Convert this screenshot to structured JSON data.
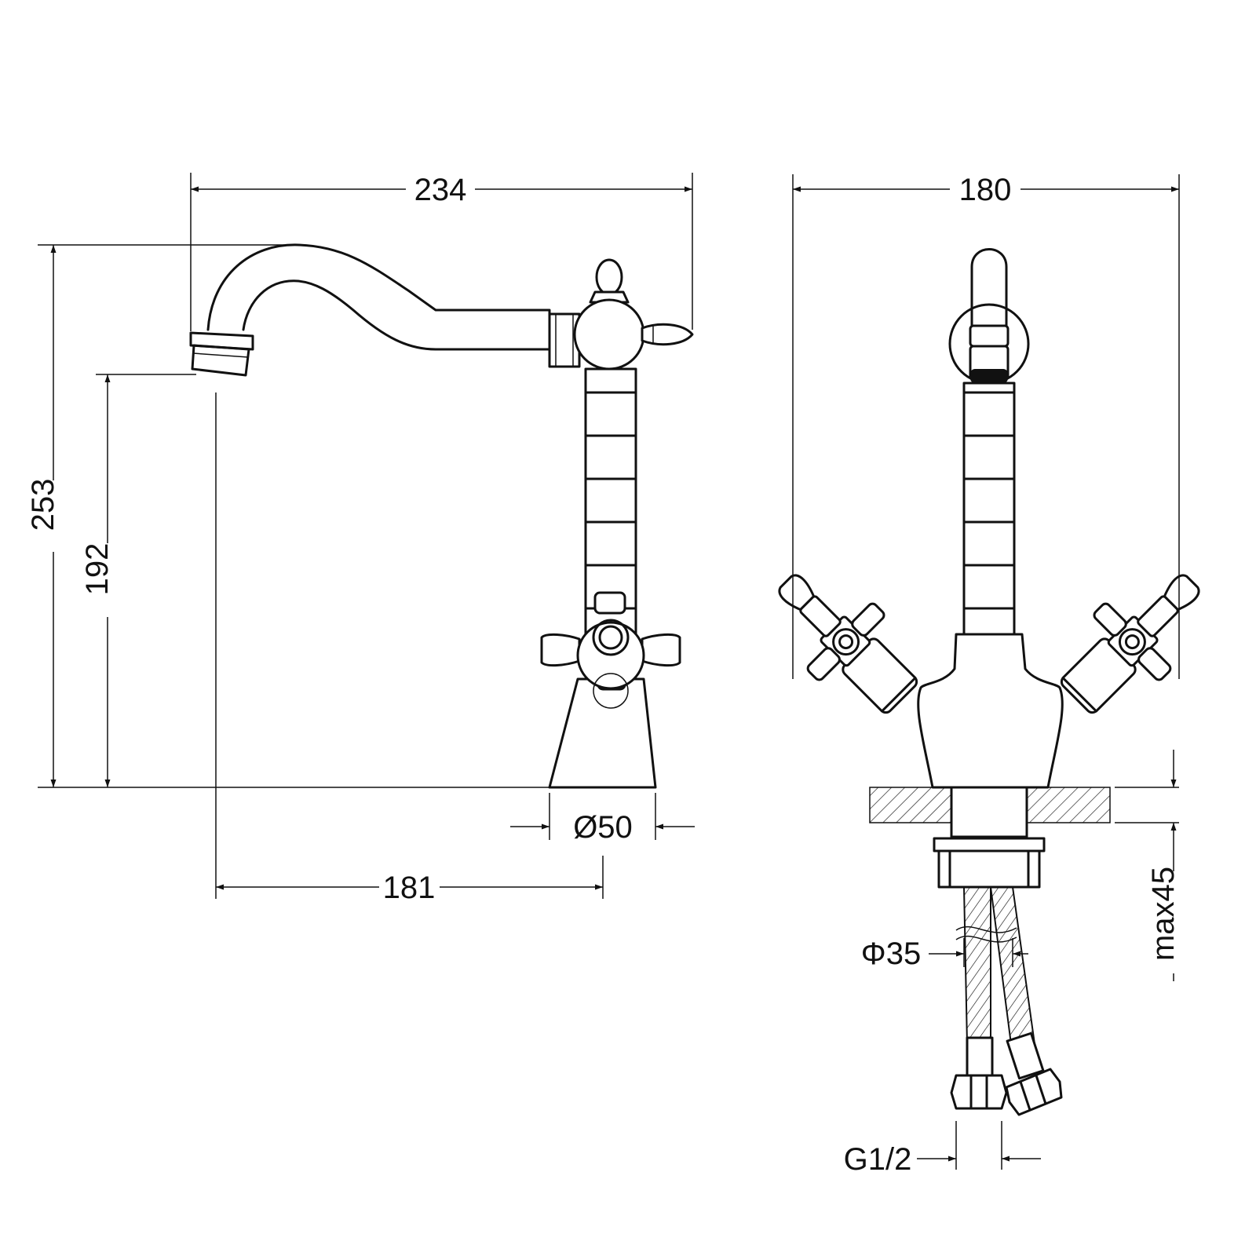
{
  "dimensions": {
    "side_view": {
      "overall_width": "234",
      "overall_height": "253",
      "spout_height": "192",
      "base_diameter": "Ø50",
      "spout_reach": "181"
    },
    "front_view": {
      "overall_width": "180",
      "max_deck_thickness": "max45",
      "hole_diameter": "Φ35",
      "connection_thread": "G1/2"
    }
  }
}
